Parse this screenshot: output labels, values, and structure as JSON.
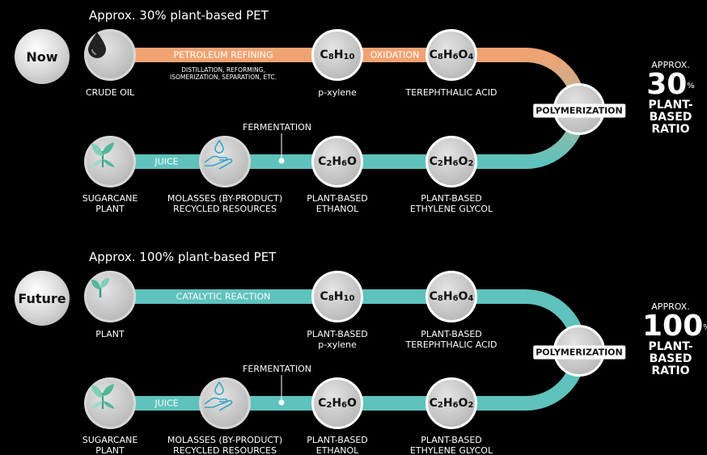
{
  "sections": [
    {
      "heading": "Approx. 30% plant-based PET",
      "badge": "Now",
      "top_band_label": "PETROLEUM REFINING",
      "top_band_sublabel_1": "DISTILLATION, REFORMING,",
      "top_band_sublabel_2": "ISOMERIZATION, SEPARATION, ETC.",
      "oxidation_label": "OXIDATION",
      "source_caption": "CRUDE OIL",
      "source_icon": "oil-drop-icon",
      "node_1": "C8H10",
      "node_1_caption_1": "p-xylene",
      "node_1_caption_2": "",
      "node_2": "C8H6O4",
      "node_2_caption_1": "TEREPHTHALIC ACID",
      "node_2_caption_2": "",
      "polymerization": "POLYMERIZATION",
      "bottom": {
        "fermentation": "FERMENTATION",
        "juice": "JUICE",
        "sugarcane_1": "SUGARCANE",
        "sugarcane_2": "PLANT",
        "molasses_1": "MOLASSES (BY-PRODUCT)",
        "molasses_2": "RECYCLED RESOURCES",
        "node_3": "C2H6O",
        "node_3_caption_1": "PLANT-BASED",
        "node_3_caption_2": "ETHANOL",
        "node_4": "C2H6O2",
        "node_4_caption_1": "PLANT-BASED",
        "node_4_caption_2": "ETHYLENE GLYCOL"
      },
      "ratio": {
        "approx": "APPROX.",
        "percent": "30",
        "unit": "%",
        "line1": "PLANT-",
        "line2": "BASED",
        "line3": "RATIO"
      }
    },
    {
      "heading": "Approx. 100% plant-based PET",
      "badge": "Future",
      "top_band_label": "CATALYTIC REACTION",
      "top_band_sublabel_1": "",
      "top_band_sublabel_2": "",
      "oxidation_label": "",
      "source_caption": "PLANT",
      "source_icon": "sprout-icon",
      "node_1": "C8H10",
      "node_1_caption_1": "PLANT-BASED",
      "node_1_caption_2": "p-xylene",
      "node_2": "C8H6O4",
      "node_2_caption_1": "PLANT-BASED",
      "node_2_caption_2": "TEREPHTHALIC ACID",
      "polymerization": "POLYMERIZATION",
      "bottom": {
        "fermentation": "FERMENTATION",
        "juice": "JUICE",
        "sugarcane_1": "SUGARCANE",
        "sugarcane_2": "PLANT",
        "molasses_1": "MOLASSES (BY-PRODUCT)",
        "molasses_2": "RECYCLED RESOURCES",
        "node_3": "C2H6O",
        "node_3_caption_1": "PLANT-BASED",
        "node_3_caption_2": "ETHANOL",
        "node_4": "C2H6O2",
        "node_4_caption_1": "PLANT-BASED",
        "node_4_caption_2": "ETHYLENE GLYCOL"
      },
      "ratio": {
        "approx": "APPROX.",
        "percent": "100",
        "unit": "%",
        "line1": "PLANT-",
        "line2": "BASED",
        "line3": "RATIO"
      }
    }
  ],
  "colors": {
    "petroleum_band": "#f0a372",
    "plant_band": "#5fc2bd",
    "background": "#000000"
  }
}
